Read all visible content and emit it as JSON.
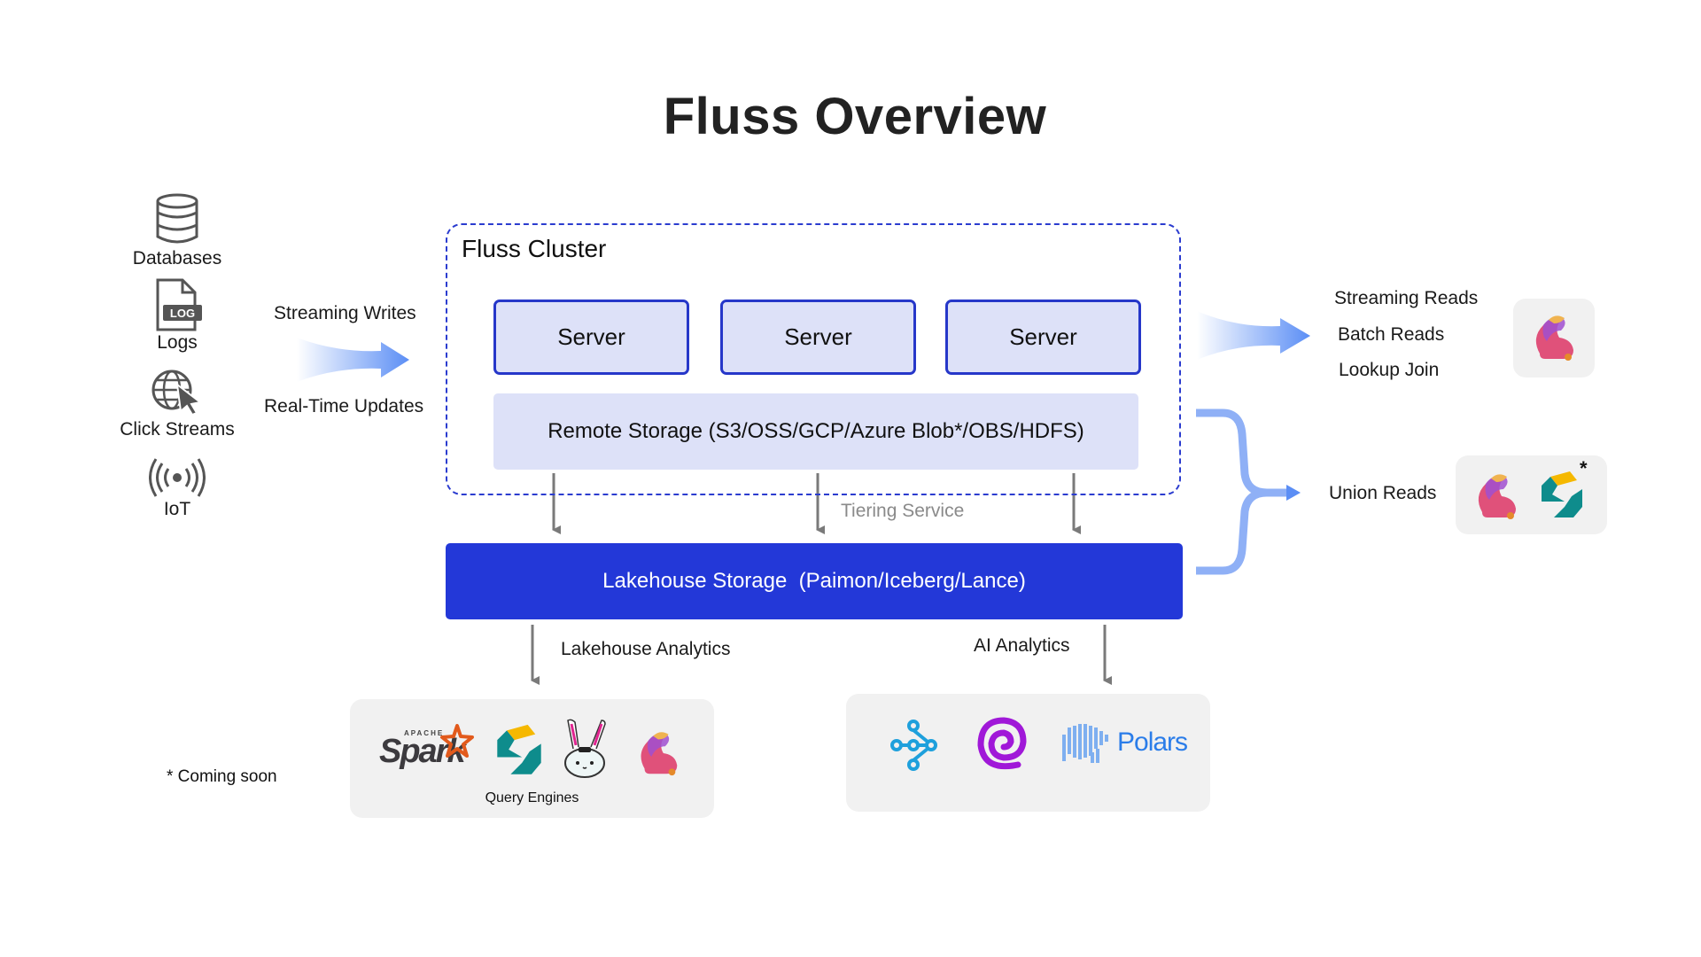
{
  "title": "Fluss Overview",
  "sources": [
    {
      "label": "Databases",
      "icon": "database-icon"
    },
    {
      "label": "Logs",
      "icon": "log-file-icon",
      "badge": "LOG"
    },
    {
      "label": "Click Streams",
      "icon": "globe-cursor-icon"
    },
    {
      "label": "IoT",
      "icon": "broadcast-icon"
    }
  ],
  "ingest": {
    "top_label": "Streaming Writes",
    "bottom_label": "Real-Time Updates"
  },
  "cluster": {
    "label": "Fluss Cluster",
    "servers": [
      "Server",
      "Server",
      "Server"
    ],
    "remote_storage": "Remote Storage (S3/OSS/GCP/Azure Blob*/OBS/HDFS)"
  },
  "tiering_label": "Tiering Service",
  "lakehouse": "Lakehouse Storage  (Paimon/Iceberg/Lance)",
  "reads": {
    "items": [
      "Streaming Reads",
      "Batch Reads",
      "Lookup Join"
    ],
    "engine": "flink-icon"
  },
  "union": {
    "label": "Union Reads",
    "engines": [
      "flink-icon",
      "starrocks-icon"
    ],
    "coming_soon_marker": "*"
  },
  "lakehouse_analytics": {
    "label": "Lakehouse Analytics",
    "box_label": "Query Engines",
    "engines": [
      "spark-icon",
      "starrocks-icon",
      "trino-bunny-icon",
      "flink-icon"
    ],
    "spark_text": "Spark",
    "spark_small": "APACHE"
  },
  "ai_analytics": {
    "label": "AI Analytics",
    "engines": [
      "pipeline-graph-icon",
      "swirl-icon",
      "polars-icon"
    ],
    "polars_text": "Polars"
  },
  "footnote": "* Coming soon",
  "colors": {
    "accent": "#2338d8",
    "server_fill": "#dde1f8",
    "server_border": "#2637c9",
    "arrow_blue": "#5b8ef5",
    "gray_arrow": "#7a7a7a",
    "logo_box": "#f1f1f1"
  }
}
